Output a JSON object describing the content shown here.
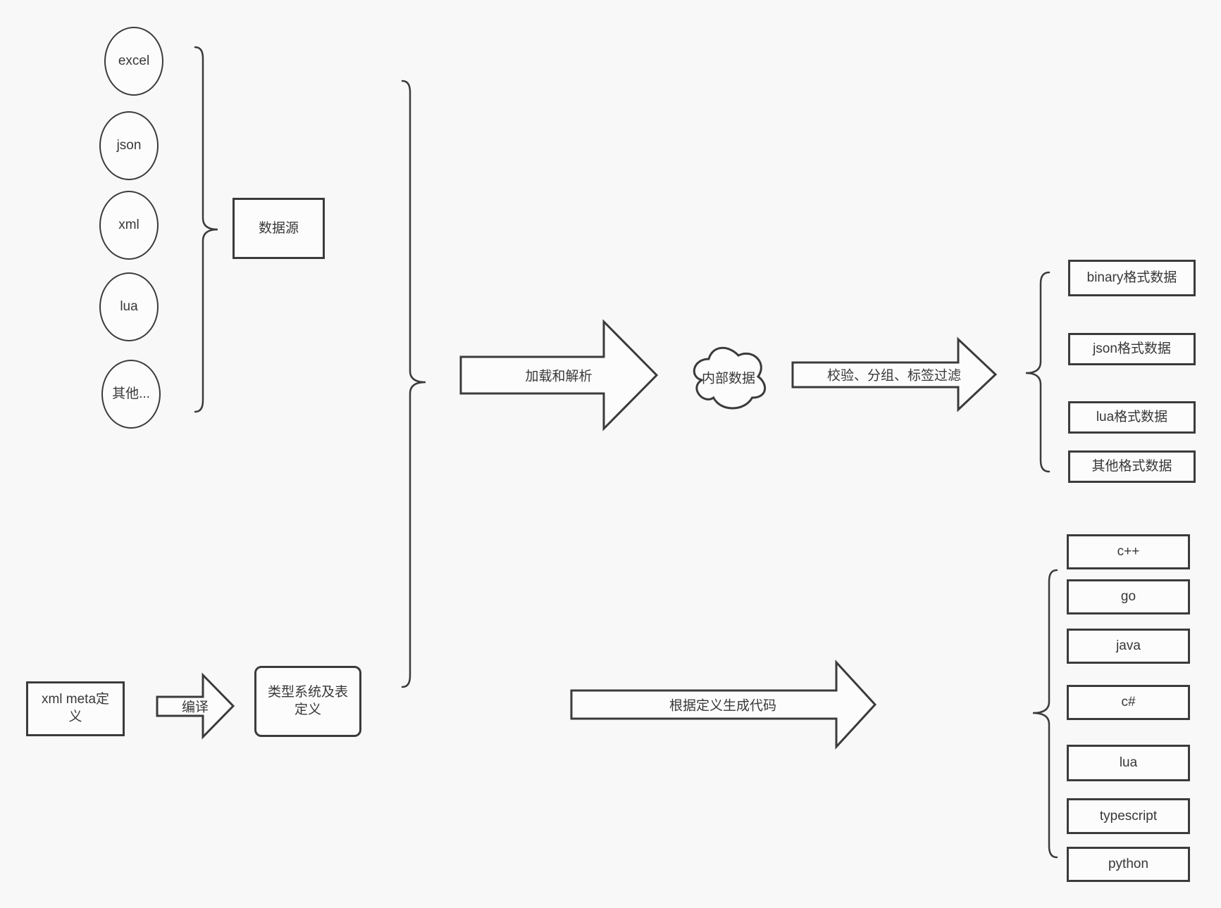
{
  "colors": {
    "background": "#f8f8f8",
    "shape_fill": "#fcfcfc",
    "stroke": "#3b3b3b",
    "text": "#383838"
  },
  "sources": {
    "group_label": "数据源",
    "items": [
      {
        "label": "excel"
      },
      {
        "label": "json"
      },
      {
        "label": "xml"
      },
      {
        "label": "lua"
      },
      {
        "label": "其他..."
      }
    ]
  },
  "pipeline": {
    "load_parse_arrow": "加载和解析",
    "internal_data_cloud": "内部数据",
    "filter_arrow": "校验、分组、标签过滤",
    "generate_arrow": "根据定义生成代码",
    "compile_arrow": "编译"
  },
  "definitions": {
    "xml_meta_box": "xml meta定义",
    "type_system_box": "类型系统及表定义"
  },
  "outputs": {
    "data_formats": [
      {
        "label": "binary格式数据"
      },
      {
        "label": "json格式数据"
      },
      {
        "label": "lua格式数据"
      },
      {
        "label": "其他格式数据"
      }
    ],
    "languages": [
      {
        "label": "c++"
      },
      {
        "label": "go"
      },
      {
        "label": "java"
      },
      {
        "label": "c#"
      },
      {
        "label": "lua"
      },
      {
        "label": "typescript"
      },
      {
        "label": "python"
      }
    ]
  }
}
